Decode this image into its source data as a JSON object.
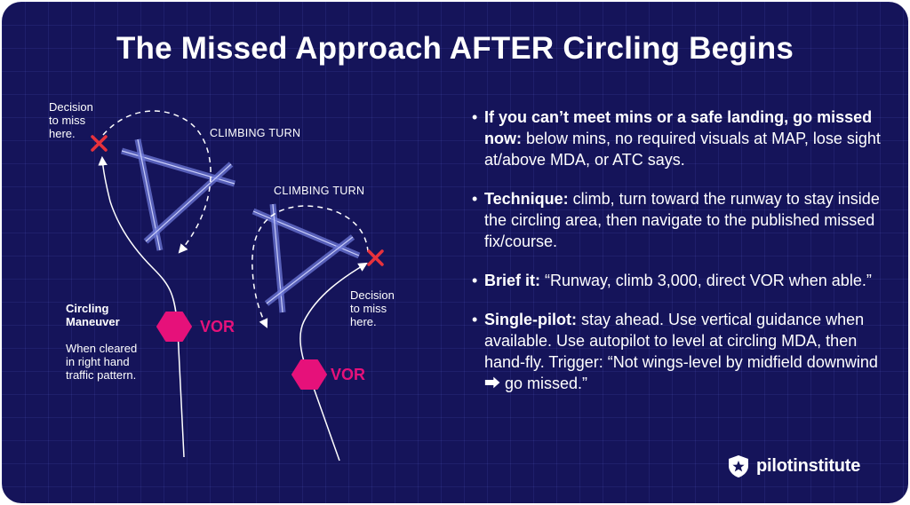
{
  "title": "The Missed Approach AFTER Circling Begins",
  "diagram": {
    "left": {
      "decision_label": [
        "Decision",
        "to miss",
        "here."
      ],
      "climbing_turn": "CLIMBING TURN",
      "vor": "VOR",
      "circling_title": [
        "Circling",
        "Maneuver"
      ],
      "circling_note": [
        "When cleared",
        "in right hand",
        "traffic pattern."
      ]
    },
    "right": {
      "decision_label": [
        "Decision",
        "to miss",
        "here."
      ],
      "climbing_turn": "CLIMBING TURN",
      "vor": "VOR"
    }
  },
  "bullets": [
    {
      "bold": "If you can’t meet mins or a safe landing, go missed now:",
      "text": " below mins, no required visuals at MAP, lose sight at/above MDA, or ATC says."
    },
    {
      "bold": "Technique:",
      "text": " climb, turn toward the runway to stay inside the circling area, then navigate to the published missed fix/course."
    },
    {
      "bold": "Brief it:",
      "text": " “Runway, climb 3,000, direct VOR when able.”"
    },
    {
      "bold": "Single-pilot:",
      "text": " stay ahead. Use vertical guidance when available. Use autopilot to level at circling MDA, then hand-fly. Trigger: “Not wings-level by midfield downwind ⮕ go missed.”"
    }
  ],
  "bullet_glyph": "•",
  "brand": {
    "name": "pilotinstitute",
    "icon": "shield-star-icon"
  },
  "colors": {
    "background": "#15145a",
    "accent_pink": "#e6117a",
    "miss_red": "#e8323c",
    "runway": "#6d78d8"
  }
}
